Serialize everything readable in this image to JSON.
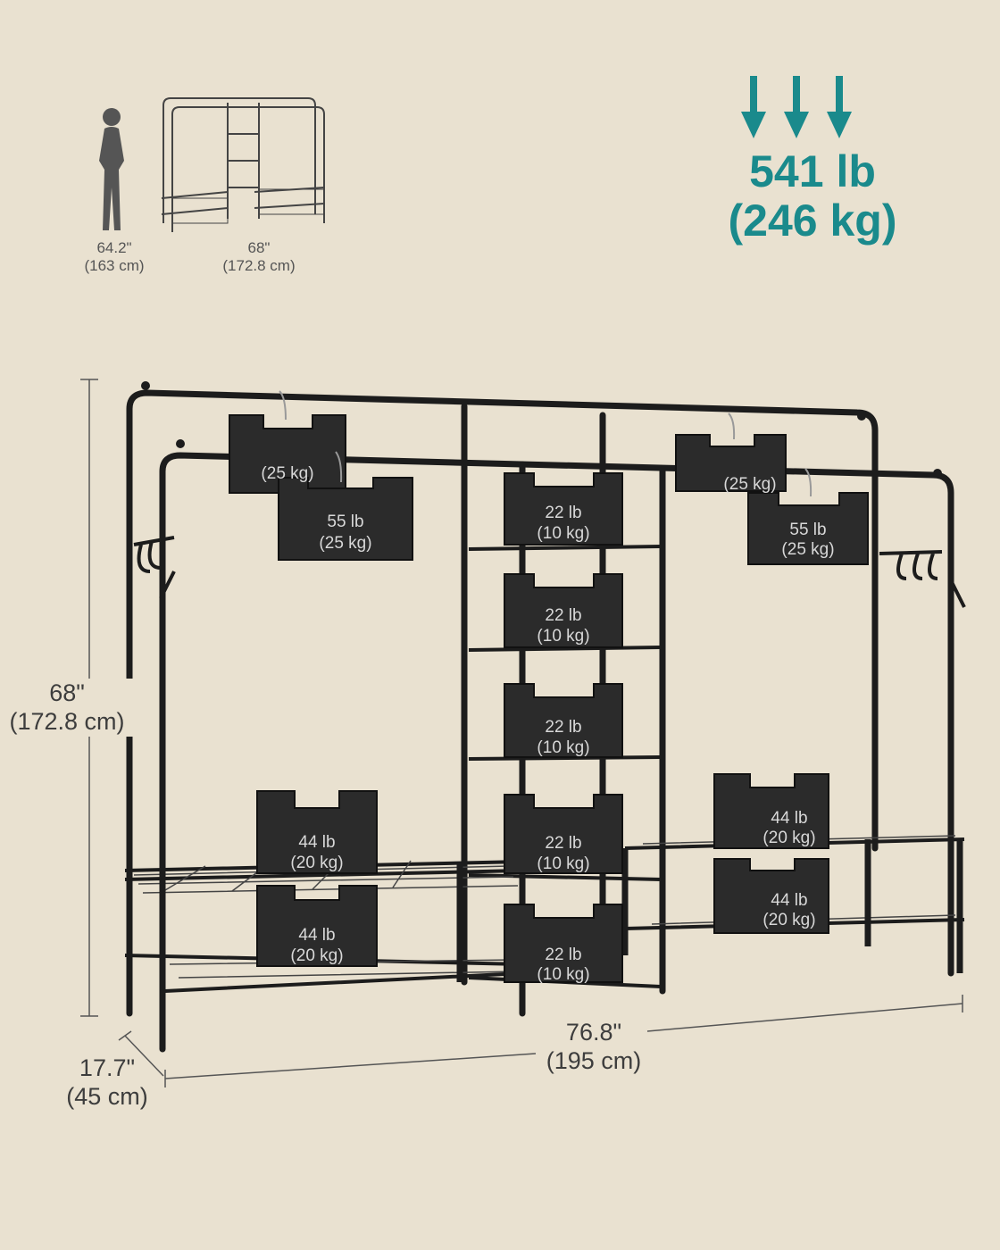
{
  "reference": {
    "person_height": "64.2\"",
    "person_height_metric": "(163 cm)",
    "rack_height": "68\"",
    "rack_height_metric": "(172.8 cm)"
  },
  "capacity": {
    "imperial": "541 lb",
    "metric": "(246 kg)",
    "accent_color": "#1a8a8c"
  },
  "dimensions": {
    "height": "68\"",
    "height_metric": "(172.8 cm)",
    "width": "76.8\"",
    "width_metric": "(195 cm)",
    "depth": "17.7\"",
    "depth_metric": "(45 cm)"
  },
  "weights": {
    "hang_imperial": "55 lb",
    "hang_metric": "(25 kg)",
    "shelf_small_imperial": "22 lb",
    "shelf_small_metric": "(10 kg)",
    "shelf_large_imperial": "44 lb",
    "shelf_large_metric": "(20 kg)"
  },
  "icons": [
    "person-silhouette-icon",
    "down-arrow-icon",
    "clothes-rack-icon"
  ]
}
